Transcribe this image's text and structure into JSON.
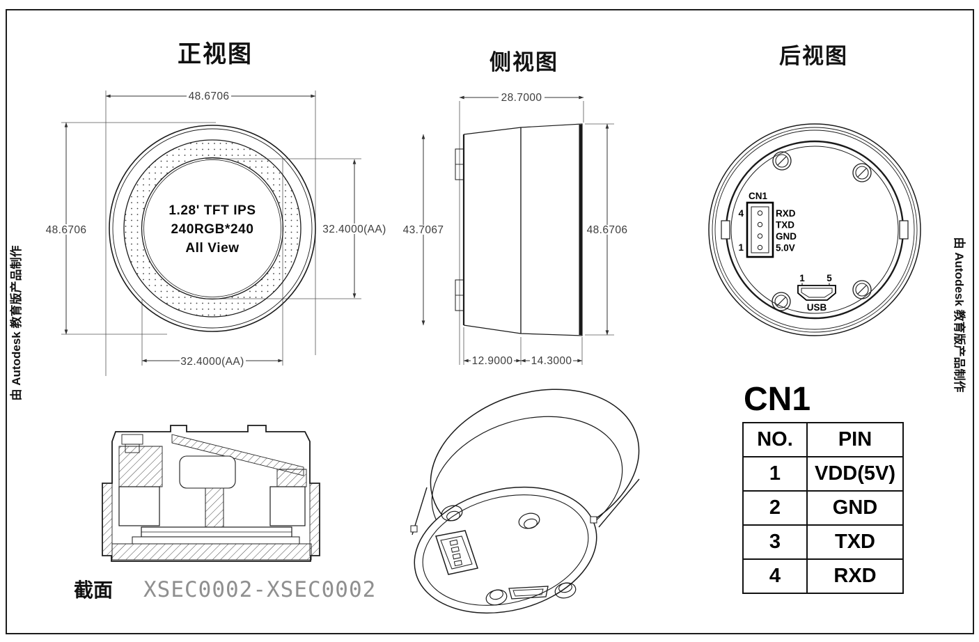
{
  "edge": {
    "left": "由 Autodesk 教育版产品制作",
    "right": "由 Autodesk 教育版产品制作"
  },
  "front": {
    "title": "正视图",
    "dim_top": "48.6706",
    "dim_left": "48.6706",
    "dim_right": "32.4000(AA)",
    "dim_bottom": "32.4000(AA)",
    "center1": "1.28' TFT IPS",
    "center2": "240RGB*240",
    "center3": "All View"
  },
  "side": {
    "title": "侧视图",
    "dim_top": "28.7000",
    "dim_left": "43.7067",
    "dim_right": "48.6706",
    "dim_bottom_left": "12.9000",
    "dim_bottom_right": "14.3000"
  },
  "rear": {
    "title": "后视图",
    "cn1": "CN1",
    "pin_top": "4",
    "pin_bottom": "1",
    "sig": [
      "RXD",
      "TXD",
      "GND",
      "5.0V"
    ],
    "usb_1": "1",
    "usb_5": "5",
    "usb": "USB"
  },
  "section": {
    "label": "截面",
    "code": "XSEC0002-XSEC0002"
  },
  "table": {
    "title": "CN1",
    "h": [
      "NO.",
      "PIN"
    ],
    "rows": [
      [
        "1",
        "VDD(5V)"
      ],
      [
        "2",
        "GND"
      ],
      [
        "3",
        "TXD"
      ],
      [
        "4",
        "RXD"
      ]
    ]
  },
  "colors": {
    "line": "#1a1a1a",
    "dim_text": "#3d3d3d",
    "section_code": "#8f8f8f"
  }
}
